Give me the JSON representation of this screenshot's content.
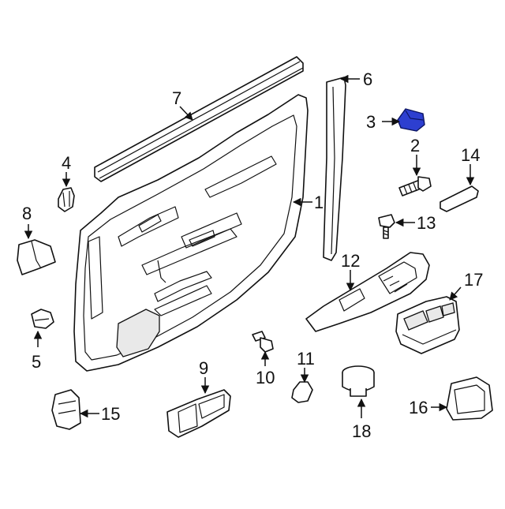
{
  "diagram": {
    "highlight_color": "#2d3fd0",
    "callouts": [
      {
        "id": "1",
        "label": "1"
      },
      {
        "id": "2",
        "label": "2"
      },
      {
        "id": "3",
        "label": "3"
      },
      {
        "id": "4",
        "label": "4"
      },
      {
        "id": "5",
        "label": "5"
      },
      {
        "id": "6",
        "label": "6"
      },
      {
        "id": "7",
        "label": "7"
      },
      {
        "id": "8",
        "label": "8"
      },
      {
        "id": "9",
        "label": "9"
      },
      {
        "id": "10",
        "label": "10"
      },
      {
        "id": "11",
        "label": "11"
      },
      {
        "id": "12",
        "label": "12"
      },
      {
        "id": "13",
        "label": "13"
      },
      {
        "id": "14",
        "label": "14"
      },
      {
        "id": "15",
        "label": "15"
      },
      {
        "id": "16",
        "label": "16"
      },
      {
        "id": "17",
        "label": "17"
      },
      {
        "id": "18",
        "label": "18"
      }
    ]
  }
}
